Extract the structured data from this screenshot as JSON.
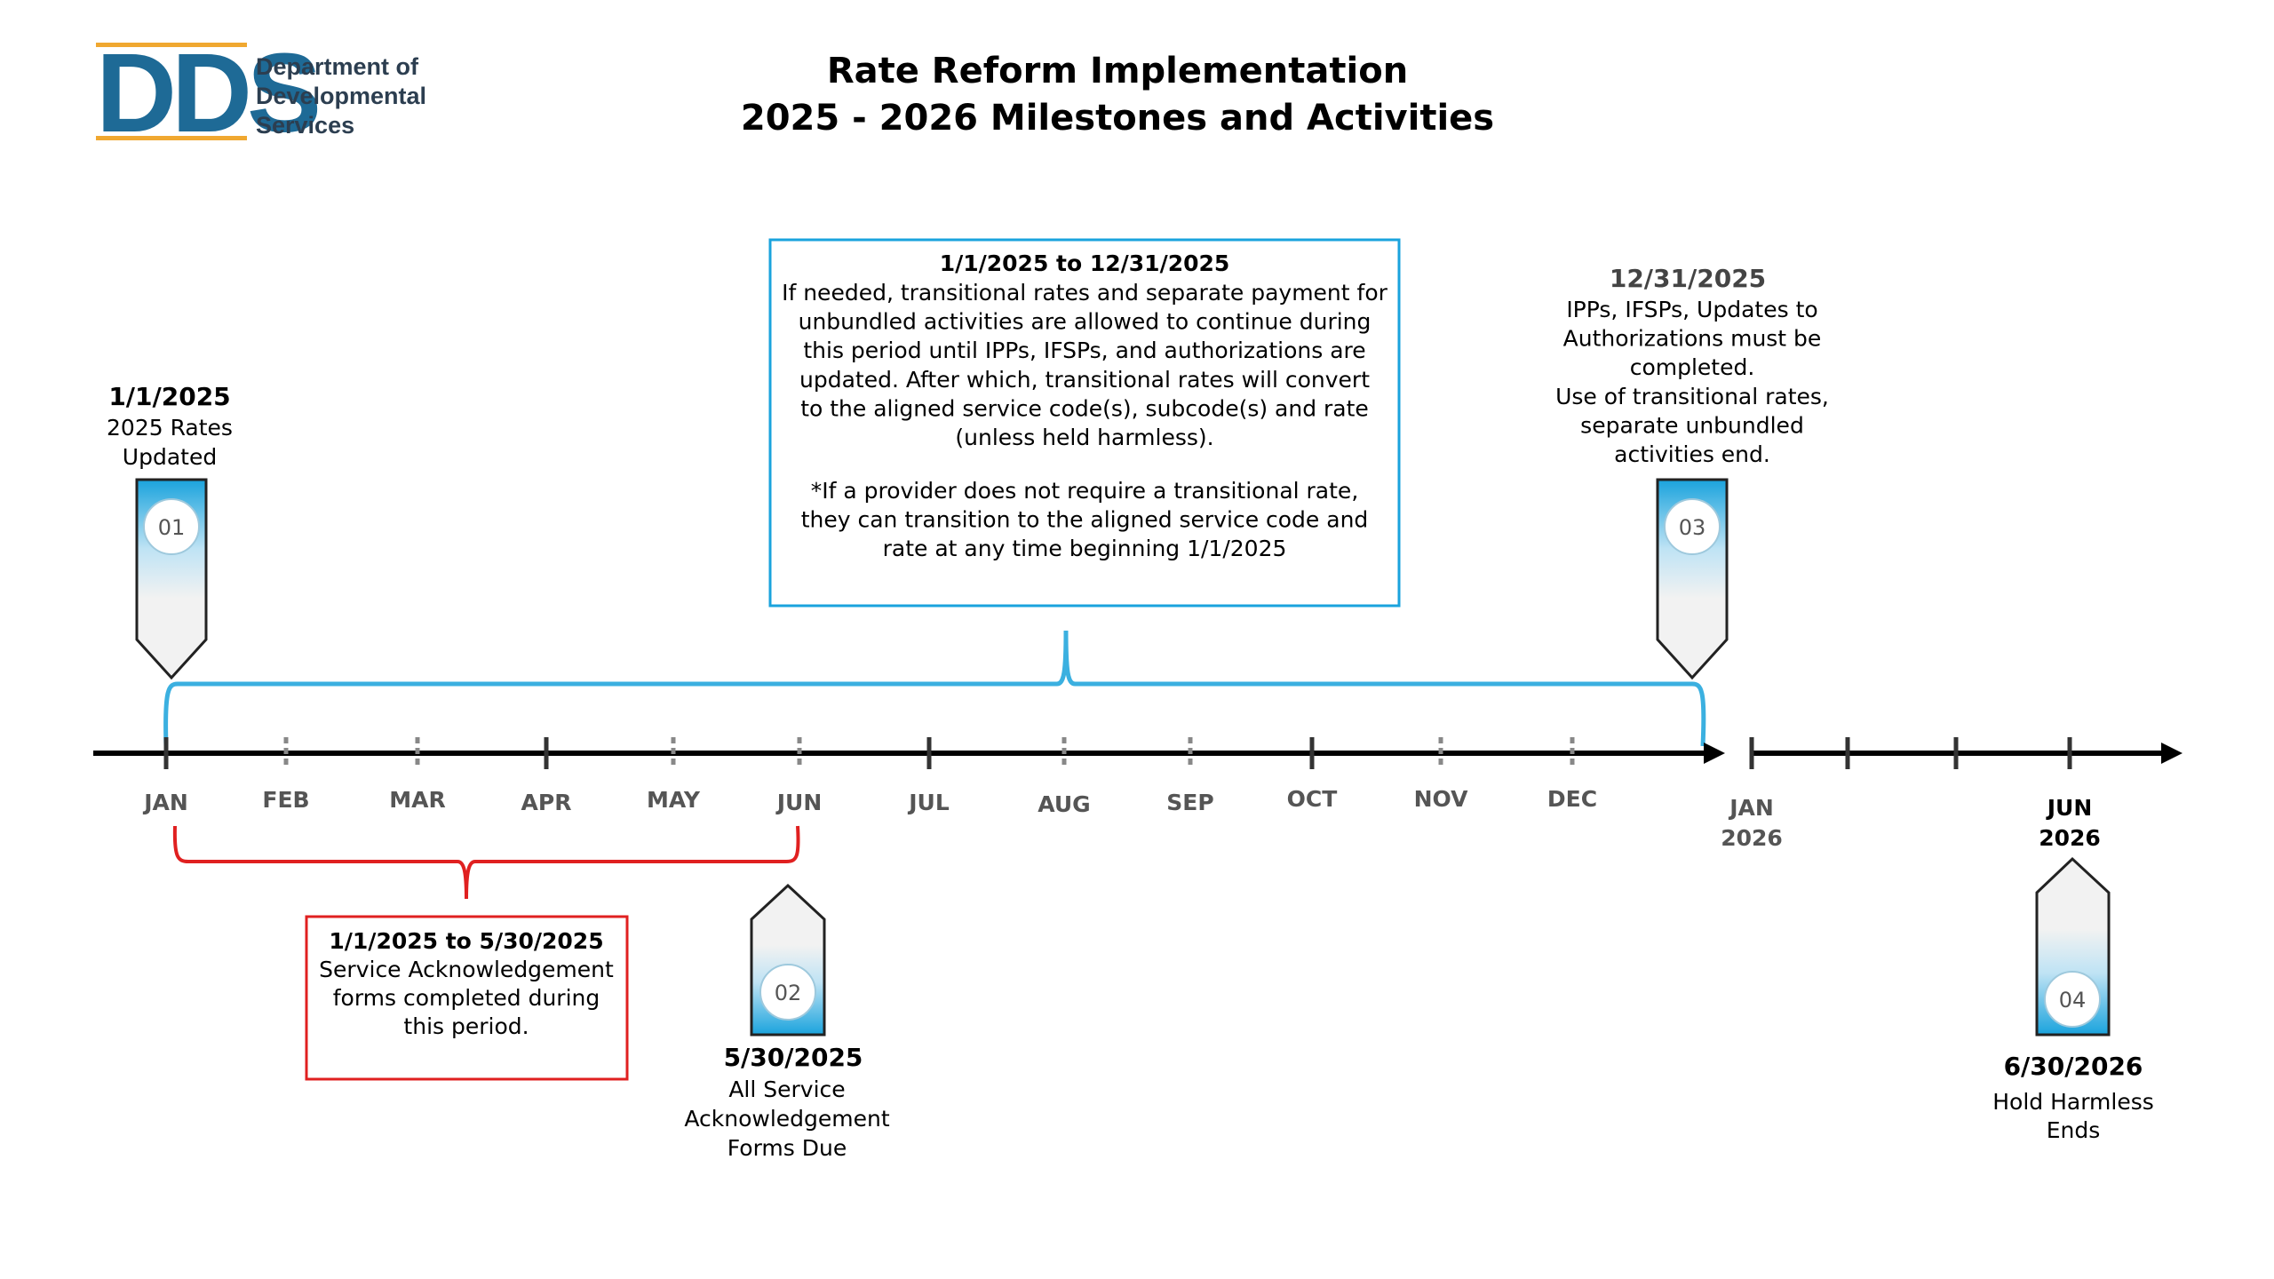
{
  "logo": {
    "letters": "DDS",
    "line1": "Department of",
    "line2": "Developmental",
    "line3": "Services"
  },
  "title": {
    "line1": "Rate Reform Implementation",
    "line2": "2025 - 2026 Milestones and Activities"
  },
  "colors": {
    "accent_blue": "#1aa3dd",
    "bracket_blue": "#3bb0e0",
    "red": "#e02020",
    "logo_blue": "#1e6a96",
    "logo_gold": "#f0a830"
  },
  "months_2025": [
    "JAN",
    "FEB",
    "MAR",
    "APR",
    "MAY",
    "JUN",
    "JUL",
    "AUG",
    "SEP",
    "OCT",
    "NOV",
    "DEC"
  ],
  "months_2026": [
    {
      "label": "JAN",
      "year": "2026"
    },
    {
      "label": "JUN",
      "year": "2026"
    }
  ],
  "milestones": {
    "m01": {
      "number": "01",
      "date": "1/1/2025",
      "lines": [
        "2025 Rates",
        "Updated"
      ]
    },
    "m02": {
      "number": "02",
      "date": "5/30/2025",
      "lines": [
        "All Service",
        "Acknowledgement",
        "Forms Due"
      ]
    },
    "m03": {
      "number": "03",
      "date": "12/31/2025",
      "lines": [
        "IPPs, IFSPs, Updates to",
        "Authorizations must be",
        "completed.",
        "Use of transitional rates,",
        "separate unbundled",
        "activities end."
      ]
    },
    "m04": {
      "number": "04",
      "date": "6/30/2026",
      "lines": [
        "Hold Harmless",
        "Ends"
      ]
    }
  },
  "blue_box": {
    "heading": "1/1/2025 to 12/31/2025",
    "lines": [
      "If needed, transitional rates and separate payment for",
      "unbundled activities are allowed to continue during",
      "this period until IPPs, IFSPs, and authorizations are",
      "updated. After which, transitional rates will convert",
      "to the aligned service code(s), subcode(s) and rate",
      "(unless held harmless)."
    ],
    "note_lines": [
      "*If a provider does not require a transitional rate,",
      "they can transition to the aligned service code and",
      "rate at any time beginning 1/1/2025"
    ]
  },
  "red_box": {
    "heading": "1/1/2025 to 5/30/2025",
    "lines": [
      "Service Acknowledgement",
      "forms completed during",
      "this period."
    ]
  }
}
